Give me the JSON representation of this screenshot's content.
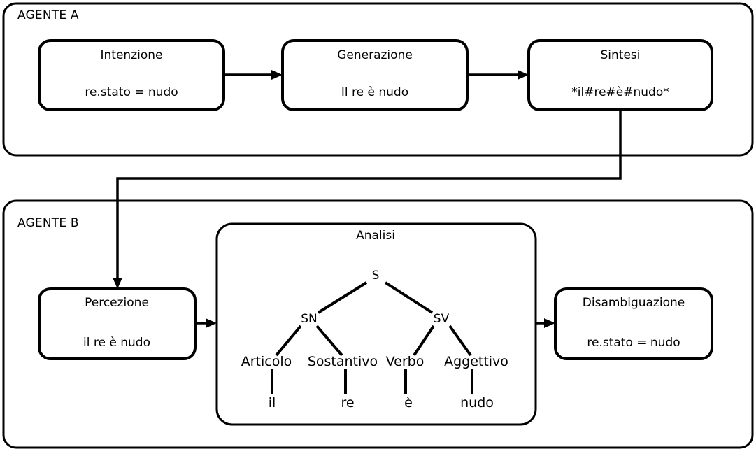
{
  "diagram": {
    "agent_a": {
      "label": "AGENTE A",
      "nodes": [
        {
          "title": "Intenzione",
          "subtitle": "re.stato = nudo"
        },
        {
          "title": "Generazione",
          "subtitle": "Il re è nudo"
        },
        {
          "title": "Sintesi",
          "subtitle": "*il#re#è#nudo*"
        }
      ]
    },
    "agent_b": {
      "label": "AGENTE B",
      "nodes": [
        {
          "title": "Percezione",
          "subtitle": "il re è nudo"
        },
        {
          "title": "Disambiguazione",
          "subtitle": "re.stato = nudo"
        }
      ],
      "analysis_panel": {
        "title": "Analisi",
        "tree": {
          "root": "S",
          "phrases": [
            "SN",
            "SV"
          ],
          "pos_tags": [
            "Articolo",
            "Sostantivo",
            "Verbo",
            "Aggettivo"
          ],
          "words": [
            "il",
            "re",
            "è",
            "nudo"
          ]
        }
      }
    },
    "colors": {
      "stroke": "#000000",
      "background": "#ffffff"
    }
  }
}
